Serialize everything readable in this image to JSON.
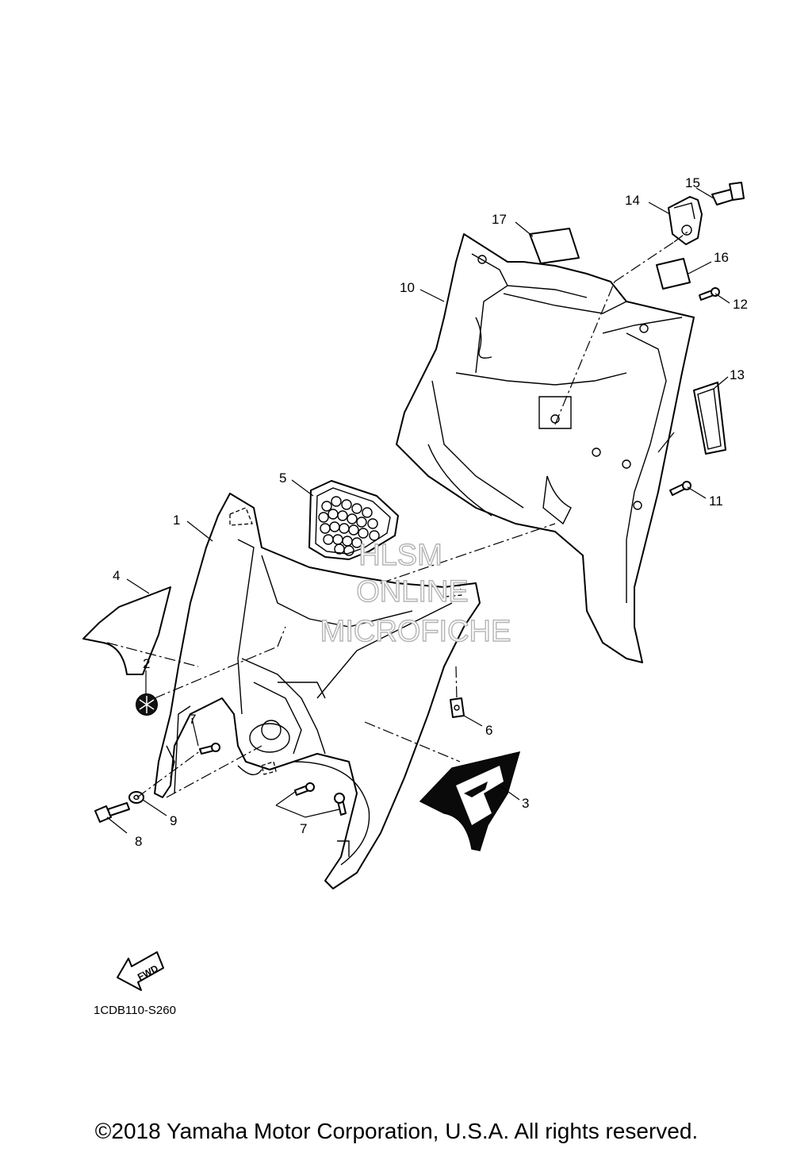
{
  "callouts": {
    "c1": "1",
    "c2": "2",
    "c3": "3",
    "c4": "4",
    "c5": "5",
    "c6": "6",
    "c7a": "7",
    "c7b": "7",
    "c8": "8",
    "c9": "9",
    "c10": "10",
    "c11": "11",
    "c12": "12",
    "c13": "13",
    "c14": "14",
    "c15": "15",
    "c16": "16",
    "c17": "17"
  },
  "watermark": {
    "line1": "HLSM",
    "line2": "ONLINE",
    "line3": "MICROFICHE"
  },
  "fwd_label": "FWD",
  "diagram_code": "1CDB110-S260",
  "copyright": "©2018 Yamaha Motor Corporation, U.S.A. All rights reserved."
}
